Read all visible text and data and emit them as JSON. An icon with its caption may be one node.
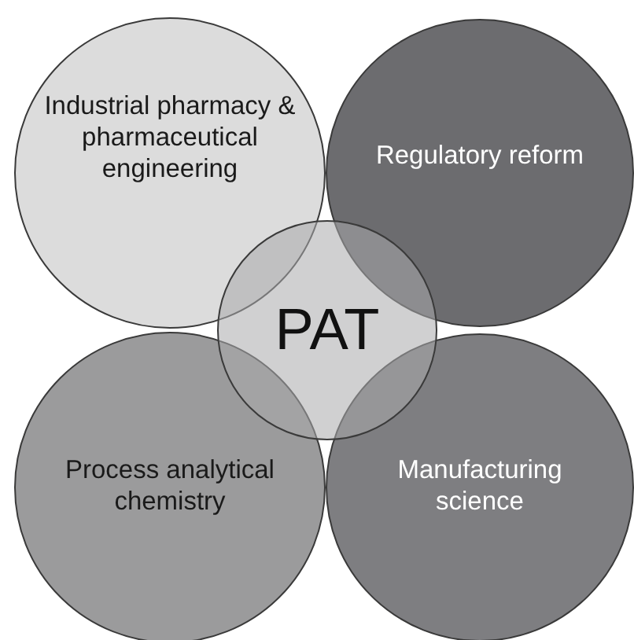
{
  "diagram": {
    "nodes": [
      {
        "text": [
          "Industrial pharmacy & pharmaceutical engineering"
        ]
      },
      {
        "text": [
          "Regulatory reform"
        ]
      },
      {
        "text": [
          "PAT"
        ]
      },
      {
        "text": [
          "Process analytical chemistry"
        ]
      },
      {
        "text": [
          "Manufacturing science"
        ]
      }
    ]
  }
}
